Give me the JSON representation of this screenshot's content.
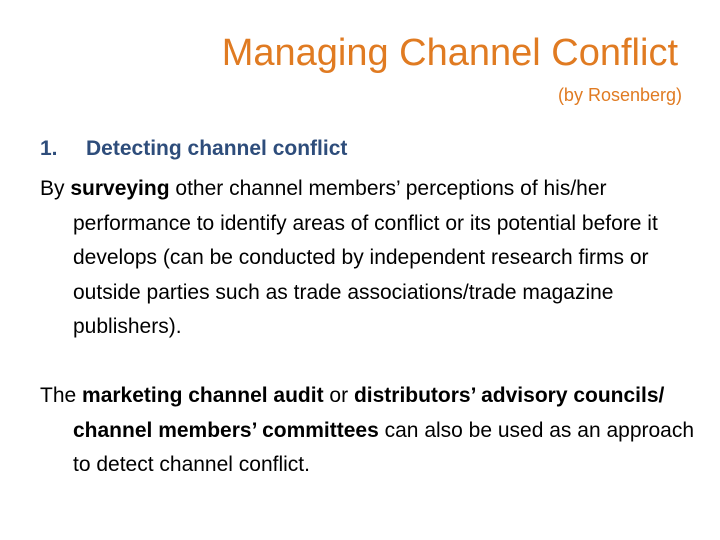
{
  "slide": {
    "title": "Managing Channel Conflict",
    "subtitle": "(by Rosenberg)",
    "heading": {
      "number": "1.",
      "text": "Detecting channel conflict"
    },
    "paragraph1": {
      "prefix": "By ",
      "bold1": "surveying",
      "rest": " other channel members’ perceptions of his/her performance to identify areas of conflict or its potential before it develops (can be conducted by independent research firms or outside parties such as trade associations/trade magazine publishers)."
    },
    "paragraph2": {
      "prefix": "The ",
      "bold1": "marketing channel audit",
      "mid1": " or ",
      "bold2": "distributors’ advisory councils/ channel members’ committees",
      "rest": " can also be used as an approach to detect channel conflict."
    },
    "colors": {
      "title": "#E07B22",
      "subtitle": "#E07B22",
      "heading": "#2E4D7B",
      "body": "#000000",
      "background": "#FFFFFF"
    }
  }
}
